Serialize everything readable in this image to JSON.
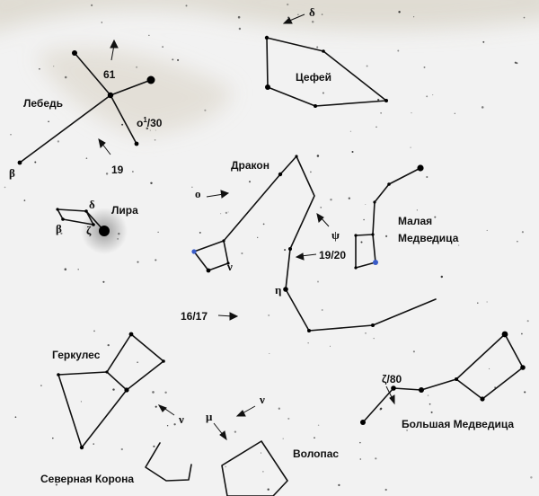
{
  "constellations": {
    "cygnus": "Лебедь",
    "lyra": "Лира",
    "cepheus": "Цефей",
    "draco": "Дракон",
    "ursa_minor_1": "Малая",
    "ursa_minor_2": "Медведица",
    "hercules": "Геркулес",
    "corona_borealis": "Северная Корона",
    "bootes": "Волопас",
    "ursa_major": "Большая Медведица"
  },
  "star_labels": {
    "cyg_61": "61",
    "cyg_19": "19",
    "cyg_omicron_pre": "o",
    "cyg_omicron_sup": "1",
    "cyg_omicron_post": "/30",
    "cyg_beta": "β",
    "lyr_delta": "δ",
    "lyr_beta": "β",
    "lyr_zeta": "ζ",
    "cep_delta": "δ",
    "dra_omicron": "o",
    "dra_psi": "ψ",
    "dra_nu": "ν",
    "dra_19_20": "19/20",
    "dra_eta": "η",
    "dra_16_17": "16/17",
    "her_nu": "ν",
    "boo_nu": "ν",
    "boo_mu": "μ",
    "uma_zeta_80": "ζ/80"
  },
  "colors": {
    "sky": "#f2f2f2",
    "milky_way": "#d9d6cc",
    "lines": "#111111",
    "stars": "#000000",
    "blue_star": "#3a5cc8"
  }
}
